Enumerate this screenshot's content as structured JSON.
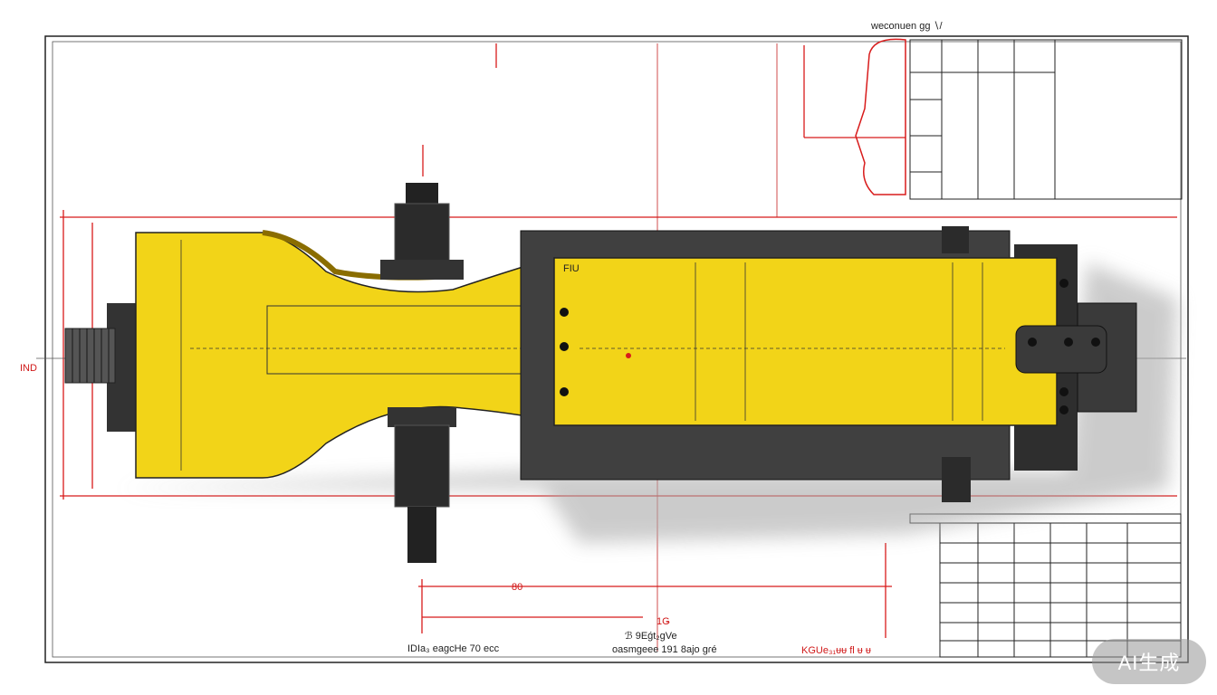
{
  "drawing": {
    "title_label": "weconuen gg ∖/",
    "dim_top": "80",
    "left_side_label": "IND",
    "bottom_left_caption": "IDIa₃ eagcHe 70 ecc",
    "bottom_center_caption_1": "ℬ 9Eǵt₂gVe",
    "bottom_center_caption_2": "oasmgeee 191 8ajo ɡɾé",
    "bottom_right_caption": "KGUe₃₁ᵾᵾ fl ᵾ  ᵾ",
    "dim_label_b": "1Ǥ",
    "tag_1": "FIU",
    "colors": {
      "body": "#f2d418",
      "dark_body": "#3a3a3a",
      "dimension": "#d81b1b",
      "frame": "#222222"
    }
  },
  "watermark": "AI生成"
}
